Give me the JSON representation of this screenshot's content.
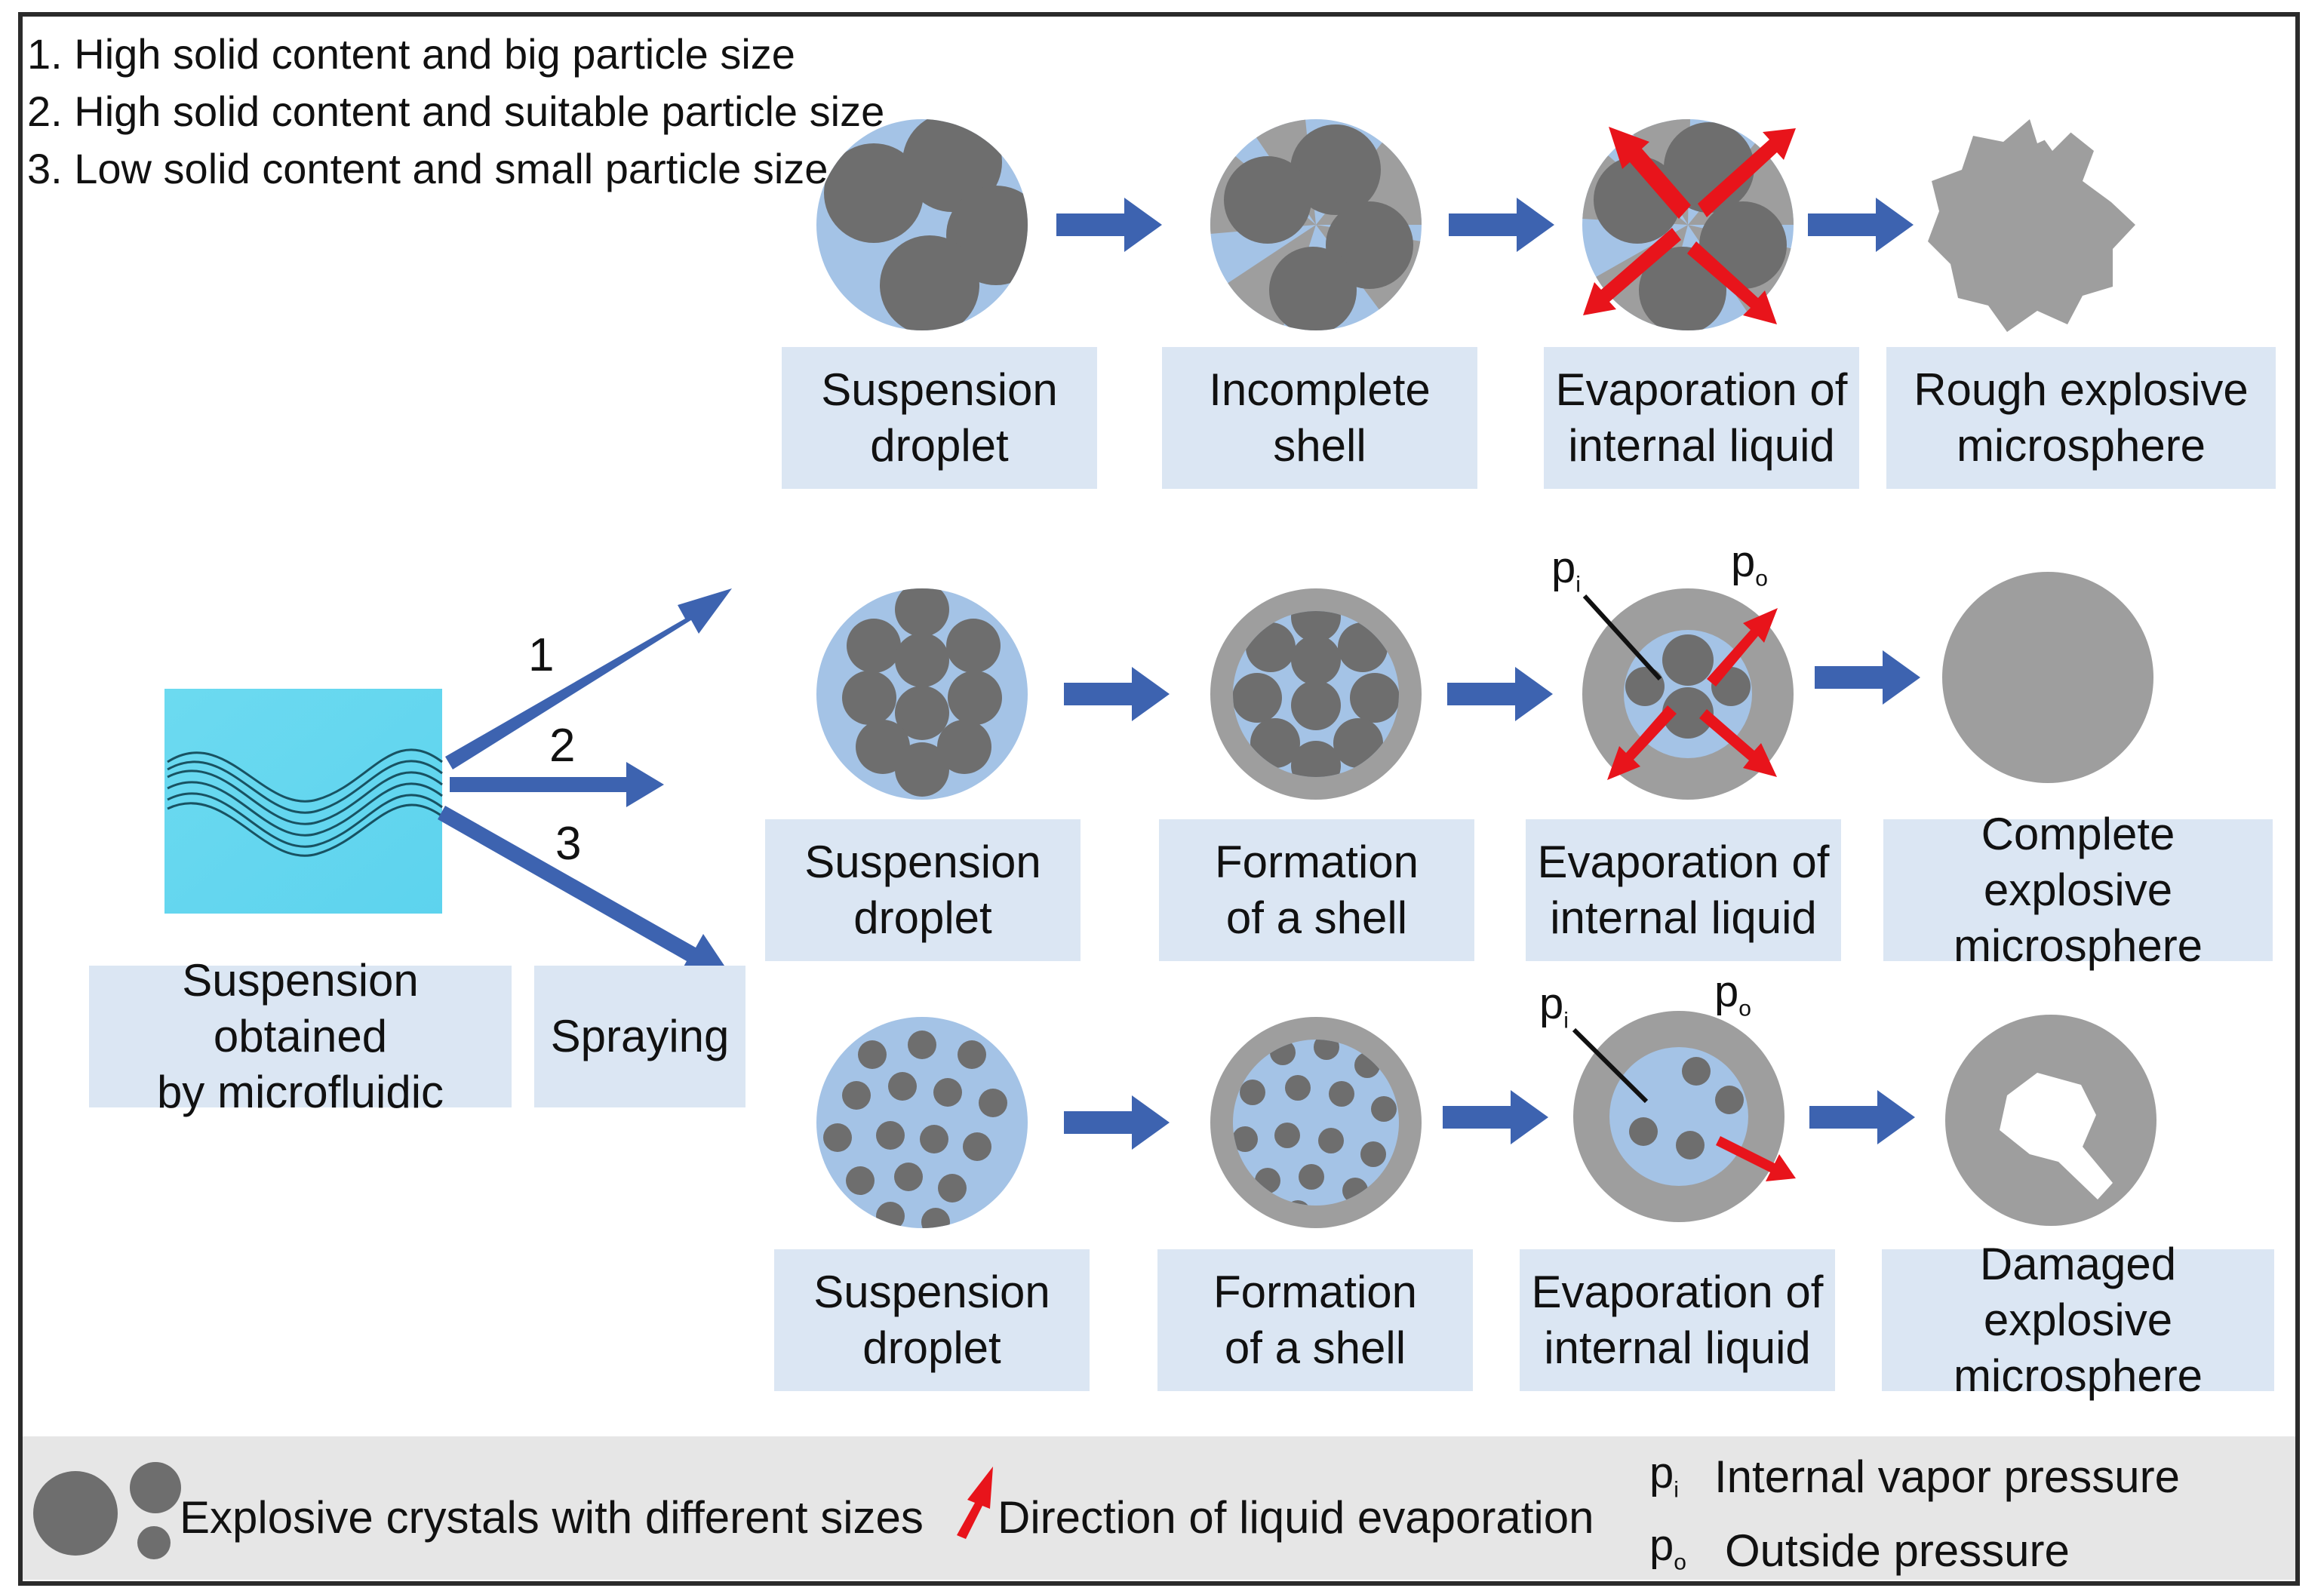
{
  "conditions": [
    "1. High solid content and big particle size",
    "2. High solid content and suitable particle size",
    "3. Low solid content and small particle size"
  ],
  "start": {
    "suspension_label": "Suspension obtained\nby microfluidic",
    "spraying_label": "Spraying",
    "path_numbers": [
      "1",
      "2",
      "3"
    ]
  },
  "rows": [
    {
      "labels": [
        "Suspension\ndroplet",
        "Incomplete\nshell",
        "Evaporation of\ninternal liquid",
        "Rough explosive\nmicrosphere"
      ]
    },
    {
      "labels": [
        "Suspension\ndroplet",
        "Formation\nof a shell",
        "Evaporation of\ninternal liquid",
        "Complete explosive\nmicrosphere"
      ],
      "p_inner": "p",
      "p_inner_sub": "i",
      "p_outer": "p",
      "p_outer_sub": "o"
    },
    {
      "labels": [
        "Suspension\ndroplet",
        "Formation\nof a shell",
        "Evaporation of\ninternal liquid",
        "Damaged explosive\nmicrosphere"
      ],
      "p_inner": "p",
      "p_inner_sub": "i",
      "p_outer": "p",
      "p_outer_sub": "o"
    }
  ],
  "key": {
    "crystals": "Explosive crystals with different sizes",
    "evaporation": "Direction of liquid evaporation",
    "pi_symbol": "p",
    "pi_sub": "i",
    "pi_text": "Internal vapor pressure",
    "po_symbol": "p",
    "po_sub": "o",
    "po_text": "Outside pressure"
  },
  "colors": {
    "droplet_blue": "#a4c3e6",
    "crystal_grey": "#6e6e6e",
    "shell_grey": "#9e9e9e",
    "arrow_blue": "#3d63b0",
    "evaporation_red": "#e8141b",
    "label_box": "#dbe6f3"
  }
}
